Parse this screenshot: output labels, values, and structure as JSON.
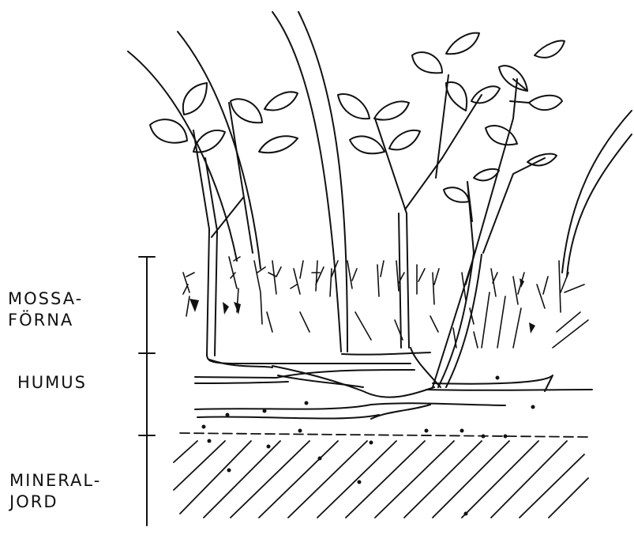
{
  "diagram": {
    "layers": [
      {
        "id": "moss",
        "label_lines": [
          "MOSSA-",
          "FÖRNA"
        ]
      },
      {
        "id": "humus",
        "label_lines": [
          "HUMUS"
        ]
      },
      {
        "id": "mineral",
        "label_lines": [
          "MINERAL-",
          "JORD"
        ]
      }
    ],
    "ink_color": "#111111",
    "background": "#ffffff"
  }
}
